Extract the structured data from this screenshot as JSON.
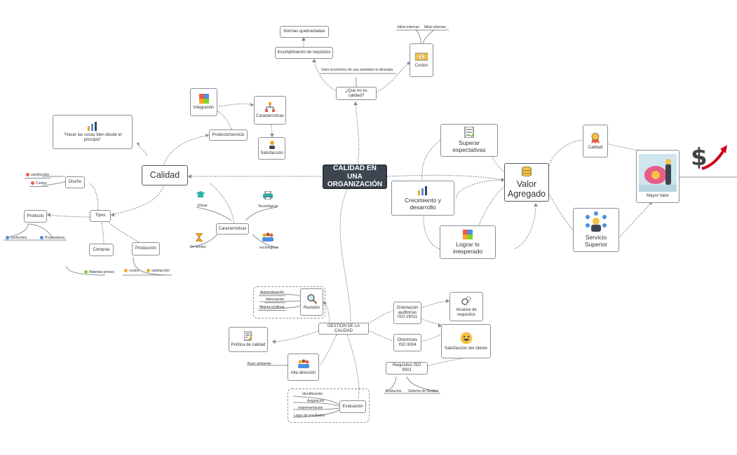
{
  "root": "CALIDAD EN UNA ORGANIZACIÓN",
  "colors": {
    "root_bg": "#3d4650",
    "link": "#7f8b99",
    "border": "#8a9099"
  },
  "calidad": {
    "title": "Calidad",
    "quote": "\"Hacer las cosas bien desde el principio\"",
    "producto_servicio": "Producto/servicio",
    "integracion": "Integración",
    "caracteristicas": "Características",
    "satisfaccion": "Satisfacción",
    "tipos": "Tipos",
    "diseno": "Diseño",
    "diseno_items": [
      "satisfacción",
      "Costos"
    ],
    "producto": "Producto",
    "producto_items": [
      "conformes",
      "Proveedores"
    ],
    "compras": "Compras",
    "compras_items": [
      "Materias primas"
    ],
    "produccion": "Producción",
    "produccion_items": [
      "costos",
      "satisfacción"
    ],
    "caract2": "Características",
    "caract2_items": [
      "Éticas",
      "Tecnológicas",
      "De tiempo",
      "sociologicas"
    ]
  },
  "noescalidad": {
    "question": "¿Que no es calidad?",
    "incumplimiento": "Incumplimiento de requisitos",
    "normas": "Normas quebrantadas",
    "valor_label": "Valor económico de una actividad no deseada",
    "costos": "Costos",
    "fallas": [
      "fallas internas",
      "fallas internas"
    ]
  },
  "valor": {
    "title": "Valor Agregado",
    "superar": "Superar expectativas",
    "crecimiento": "Crecimiento y desarrollo",
    "lograr": "Lograr lo inesperado",
    "calidad": "Calidad",
    "servicio": "Servicio Superior",
    "mayor": "Mayor Valor"
  },
  "gestion": {
    "title": "GESTIÓN DE LA CALIDAD",
    "revision": "Revisión",
    "revision_items": [
      "Autoevaluación",
      "Adecuación",
      "Mejora continua"
    ],
    "politica": "Política de calidad",
    "alta": "Alta dirección",
    "alta_items": [
      "Buen ambiente"
    ],
    "evaluacion": "Evaluación",
    "evaluacion_items": [
      "Identificación",
      "Asignación",
      "Implementación",
      "Logro de resultados"
    ],
    "orientacion": "Orientación auditorías ISO 19011",
    "alcance": "Alcance de requisitos",
    "directrices": "Directrices ISO 9004",
    "satisfaccion_cliente": "Satisfaccion del cliente",
    "requisitos": "Requisitos ISO 9001",
    "requisitos_items": [
      "Productos",
      "Sistema de Gestión"
    ]
  },
  "icons": {
    "dollar-growth": "dollar-sign-with-arrow",
    "puzzle": "puzzle-icon",
    "org": "org-chart-icon",
    "person": "person-icon",
    "chart": "bar-chart-icon",
    "coins": "coins-icon",
    "money": "money-bill-icon",
    "medal": "medal-icon",
    "checklist": "checklist-icon",
    "smile": "smile-icon",
    "magnifier": "magnifier-icon",
    "doc": "document-pen-icon",
    "team": "team-icon",
    "gears": "gears-icon",
    "hourglass": "hourglass-icon",
    "printer": "printer-icon",
    "cap": "graduation-cap-icon"
  }
}
